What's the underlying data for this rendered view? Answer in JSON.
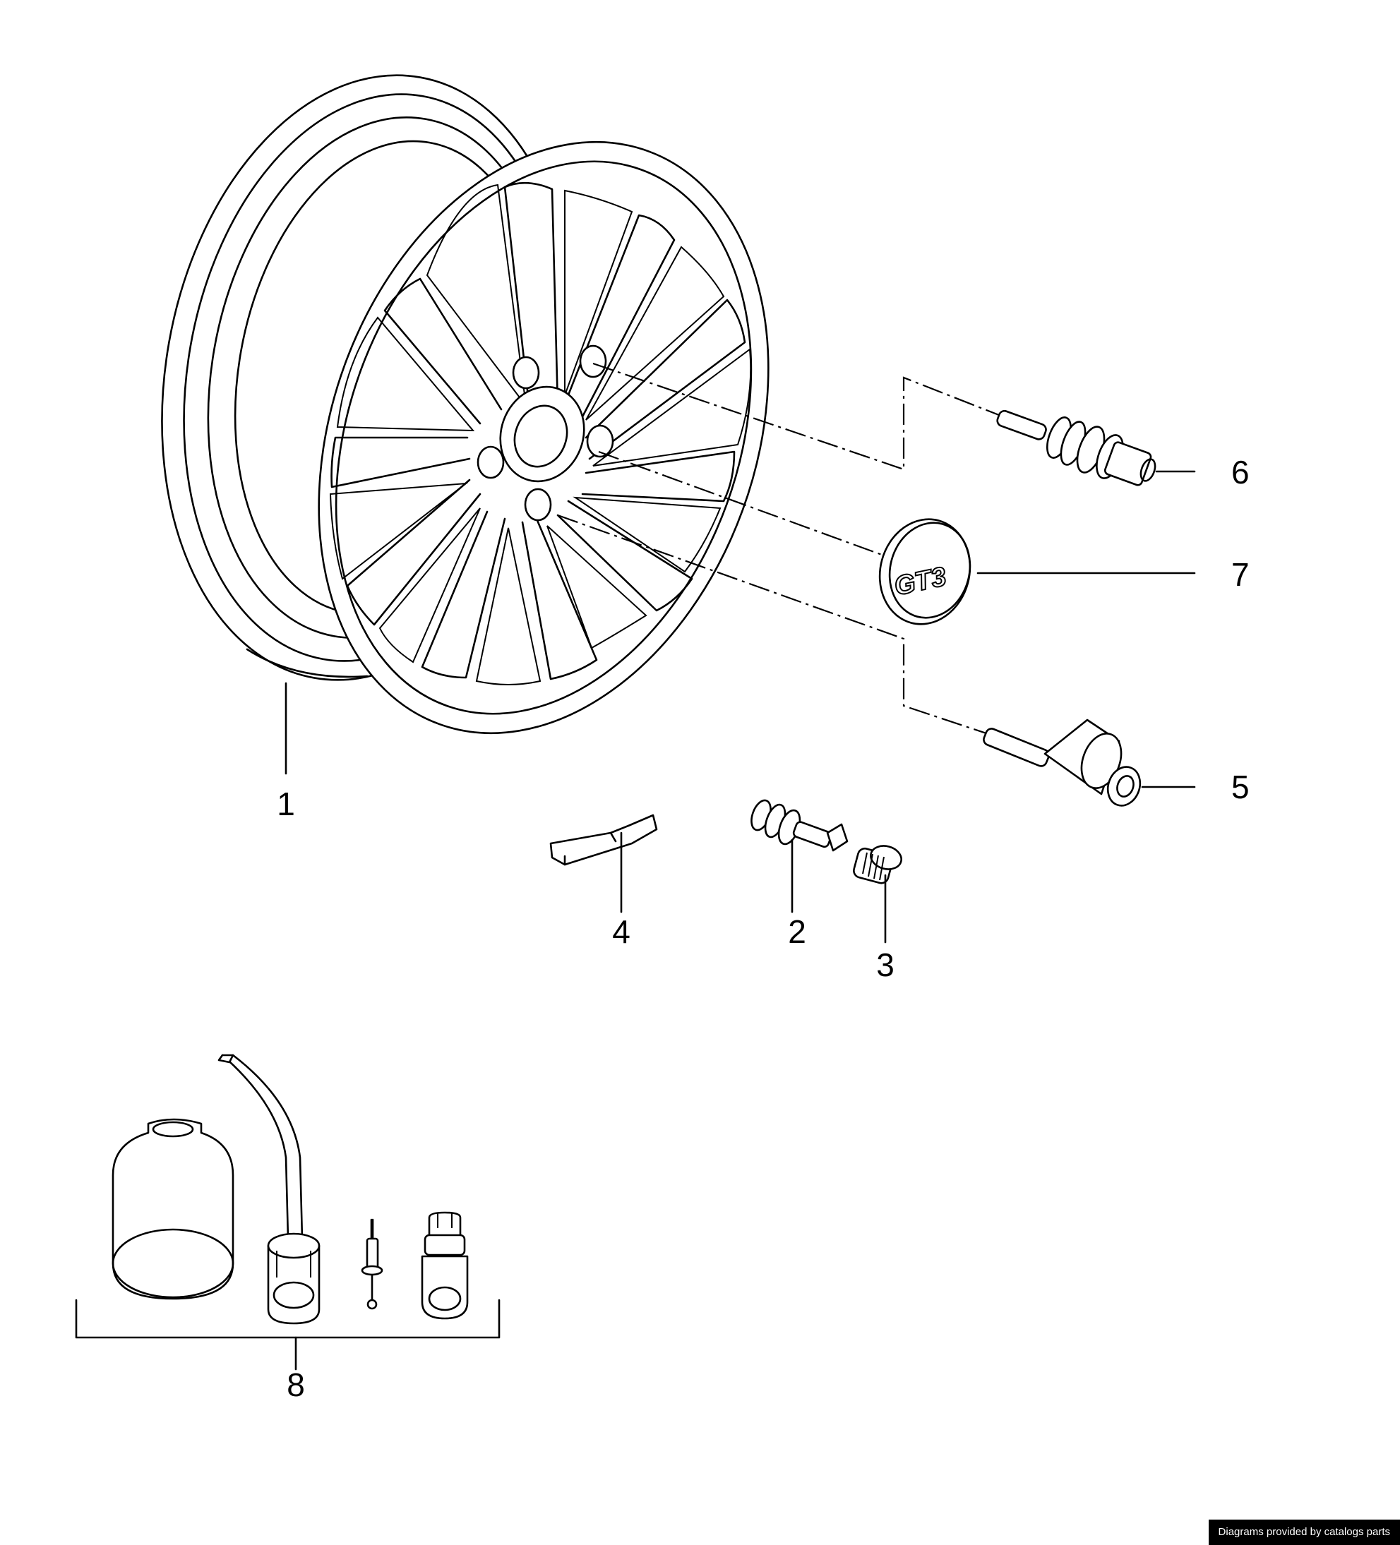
{
  "diagram": {
    "callouts": {
      "c1": "1",
      "c2": "2",
      "c3": "3",
      "c4": "4",
      "c5": "5",
      "c6": "6",
      "c7": "7",
      "c8": "8"
    },
    "emblem_text": "GT3",
    "footer": "Diagrams provided by catalogs parts"
  }
}
